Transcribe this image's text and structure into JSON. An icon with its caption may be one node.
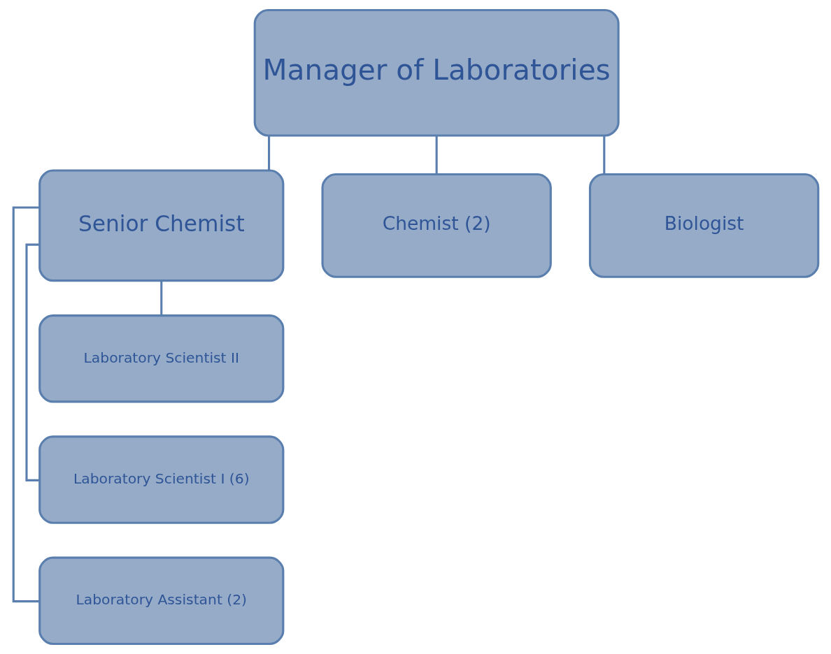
{
  "diagram": {
    "nodes": [
      {
        "text": [
          "Manager of Laboratories"
        ]
      },
      {
        "text": [
          "Senior Chemist"
        ]
      },
      {
        "text": [
          "Chemist (2)"
        ]
      },
      {
        "text": [
          "Biologist"
        ]
      },
      {
        "text": [
          "Laboratory Scientist II"
        ]
      },
      {
        "text": [
          "Laboratory Scientist I (6)"
        ]
      },
      {
        "text": [
          "Laboratory Assistant (2)"
        ]
      }
    ],
    "edges": [
      {
        "from": 0,
        "to": 1,
        "arrow": "none"
      },
      {
        "from": 0,
        "to": 2,
        "arrow": "none"
      },
      {
        "from": 0,
        "to": 3,
        "arrow": "none"
      },
      {
        "from": 1,
        "to": 4,
        "arrow": "none"
      },
      {
        "from": 1,
        "to": 5,
        "arrow": "none"
      },
      {
        "from": 1,
        "to": 6,
        "arrow": "none"
      }
    ]
  }
}
